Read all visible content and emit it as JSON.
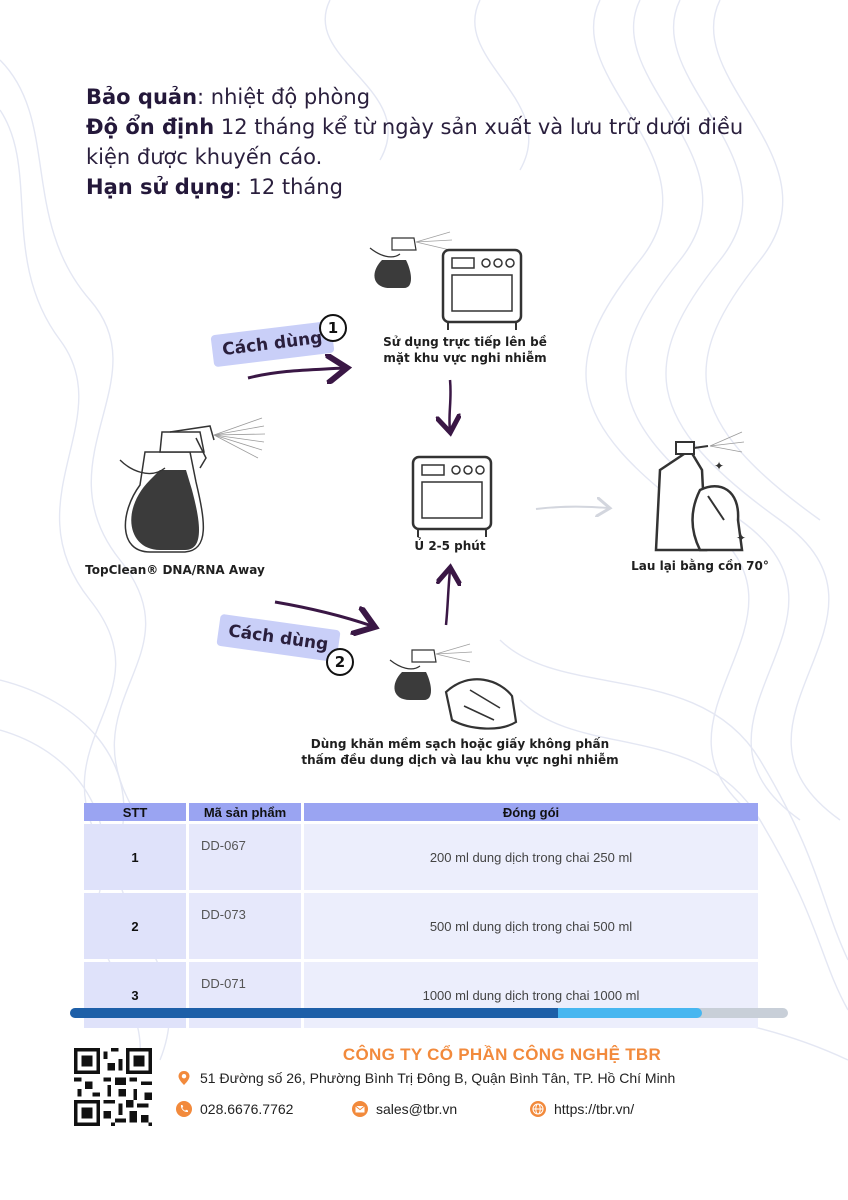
{
  "intro": {
    "storage_label": "Bảo quản",
    "storage_value": ": nhiệt độ phòng",
    "stability_label": "Độ ổn định",
    "stability_value": " 12 tháng kể từ ngày sản xuất và lưu trữ dưới điều kiện được khuyến cáo.",
    "expiry_label": "Hạn sử dụng",
    "expiry_value": ": 12 tháng"
  },
  "diagram": {
    "product_name": "TopClean® DNA/RNA Away",
    "method1_label": "Cách dùng",
    "method1_number": "1",
    "method1_text_line1": "Sử dụng trực tiếp lên bề",
    "method1_text_line2": "mặt khu vực nghi nhiễm",
    "incubate_text": "Ủ 2-5 phút",
    "wipe_text": "Lau lại bằng cồn 70°",
    "method2_label": "Cách dùng",
    "method2_number": "2",
    "method2_text_line1": "Dùng khăn mềm sạch hoặc giấy không phấn",
    "method2_text_line2": "thấm đều dung dịch và lau khu vực nghi nhiễm"
  },
  "table": {
    "headers": [
      "STT",
      "Mã sản phẩm",
      "Đóng gói"
    ],
    "rows": [
      {
        "stt": "1",
        "code": "DD-067",
        "pack": "200 ml dung dịch trong chai 250 ml"
      },
      {
        "stt": "2",
        "code": "DD-073",
        "pack": "500 ml dung dịch trong chai 500 ml"
      },
      {
        "stt": "3",
        "code": "DD-071",
        "pack": "1000 ml dung dịch trong chai 1000 ml"
      }
    ]
  },
  "progress": {
    "dark_fraction": 0.68,
    "light_fraction": 0.2
  },
  "footer": {
    "company": "CÔNG TY CỔ PHẦN CÔNG NGHỆ TBR",
    "address": "51 Đường số 26, Phường Bình Trị Đông B, Quận Bình Tân, TP. Hồ Chí Minh",
    "phone": "028.6676.7762",
    "email": "sales@tbr.vn",
    "website": "https://tbr.vn/"
  },
  "icons": [
    "location-icon",
    "phone-icon",
    "email-icon",
    "globe-icon",
    "qr-code-icon"
  ],
  "colors": {
    "accent_orange": "#f28a3c",
    "pill": "#c9cff8",
    "table_header": "#9aa4f2",
    "arrow": "#3a1745"
  }
}
